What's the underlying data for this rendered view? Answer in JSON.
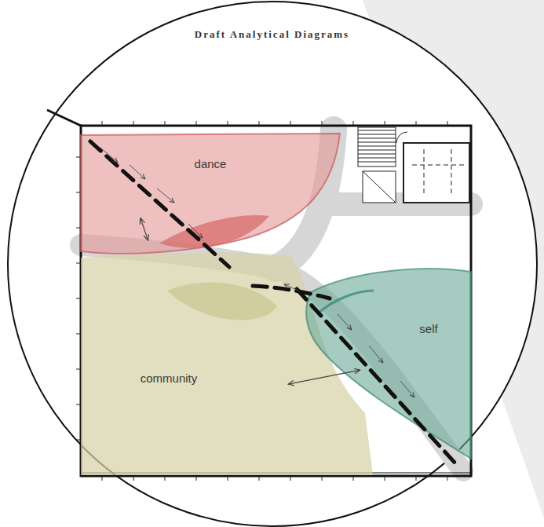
{
  "diagram": {
    "title": "Draft Analytical Diagrams",
    "nodes": [
      {
        "text": [
          "dance"
        ]
      },
      {
        "text": [
          "community"
        ]
      },
      {
        "text": [
          "self"
        ]
      }
    ],
    "edges": [
      {
        "from": 0,
        "to": 1,
        "arrow": "both"
      },
      {
        "from": 1,
        "to": 2,
        "arrow": "both"
      }
    ]
  }
}
